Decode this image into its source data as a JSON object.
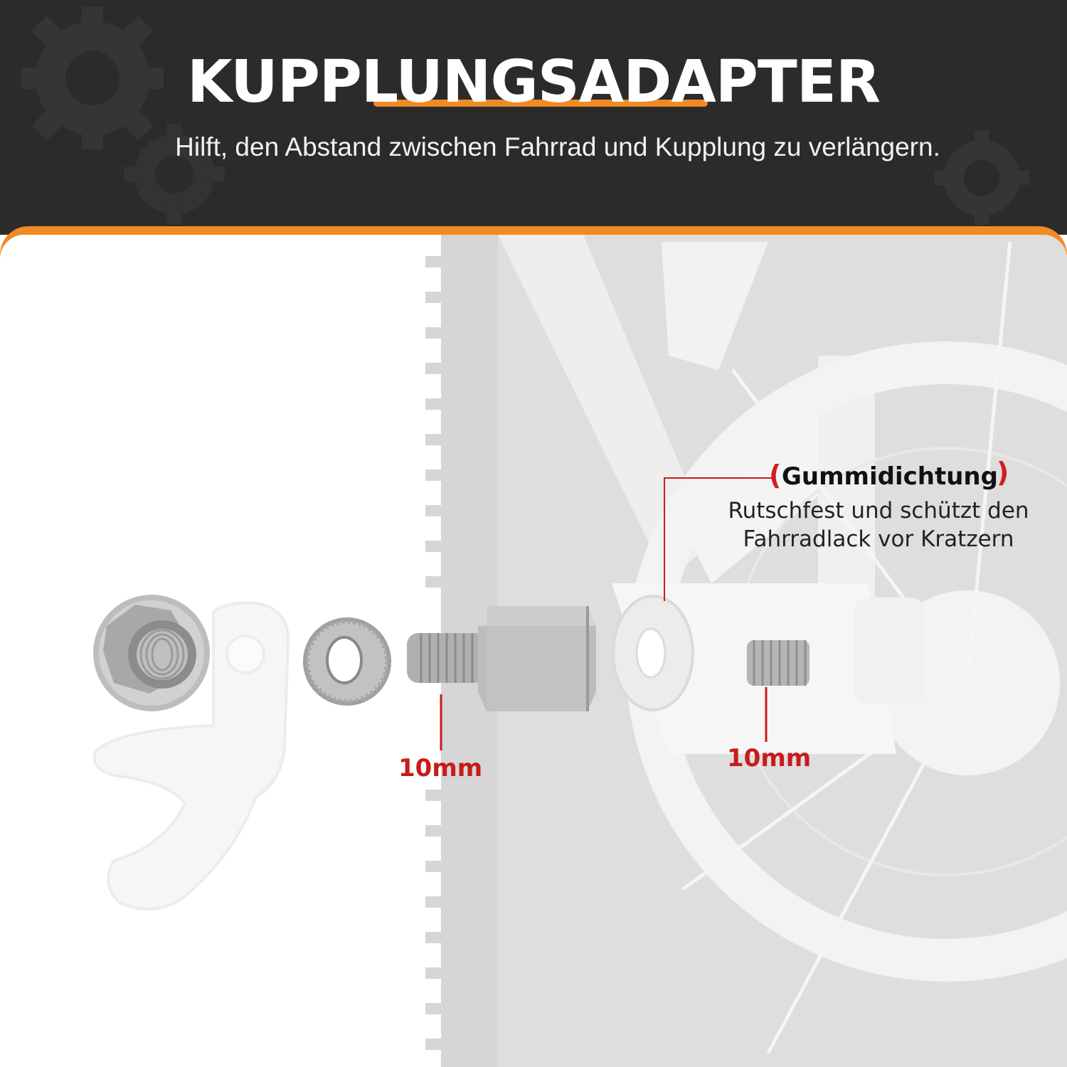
{
  "header": {
    "title": "KUPPLUNGSADAPTER",
    "subtitle": "Hilft, den Abstand zwischen Fahrrad und Kupplung zu verlängern."
  },
  "callout": {
    "title": "Gummidichtung",
    "description_line1": "Rutschfest und schützt den",
    "description_line2": "Fahrradlack vor Kratzern"
  },
  "measurements": {
    "left": "10mm",
    "right": "10mm"
  },
  "parts": {
    "nut": "flange-nut-icon",
    "hitch": "hitch-bracket-icon",
    "washer": "serrated-washer-icon",
    "adapter": "hex-adapter-icon",
    "seal": "rubber-seal-icon",
    "bolt": "threaded-bolt-icon"
  },
  "colors": {
    "header_bg": "#2b2b2b",
    "accent_orange": "#f08a24",
    "measure_red": "#c81b1b",
    "metal": "#b9b9b9"
  }
}
